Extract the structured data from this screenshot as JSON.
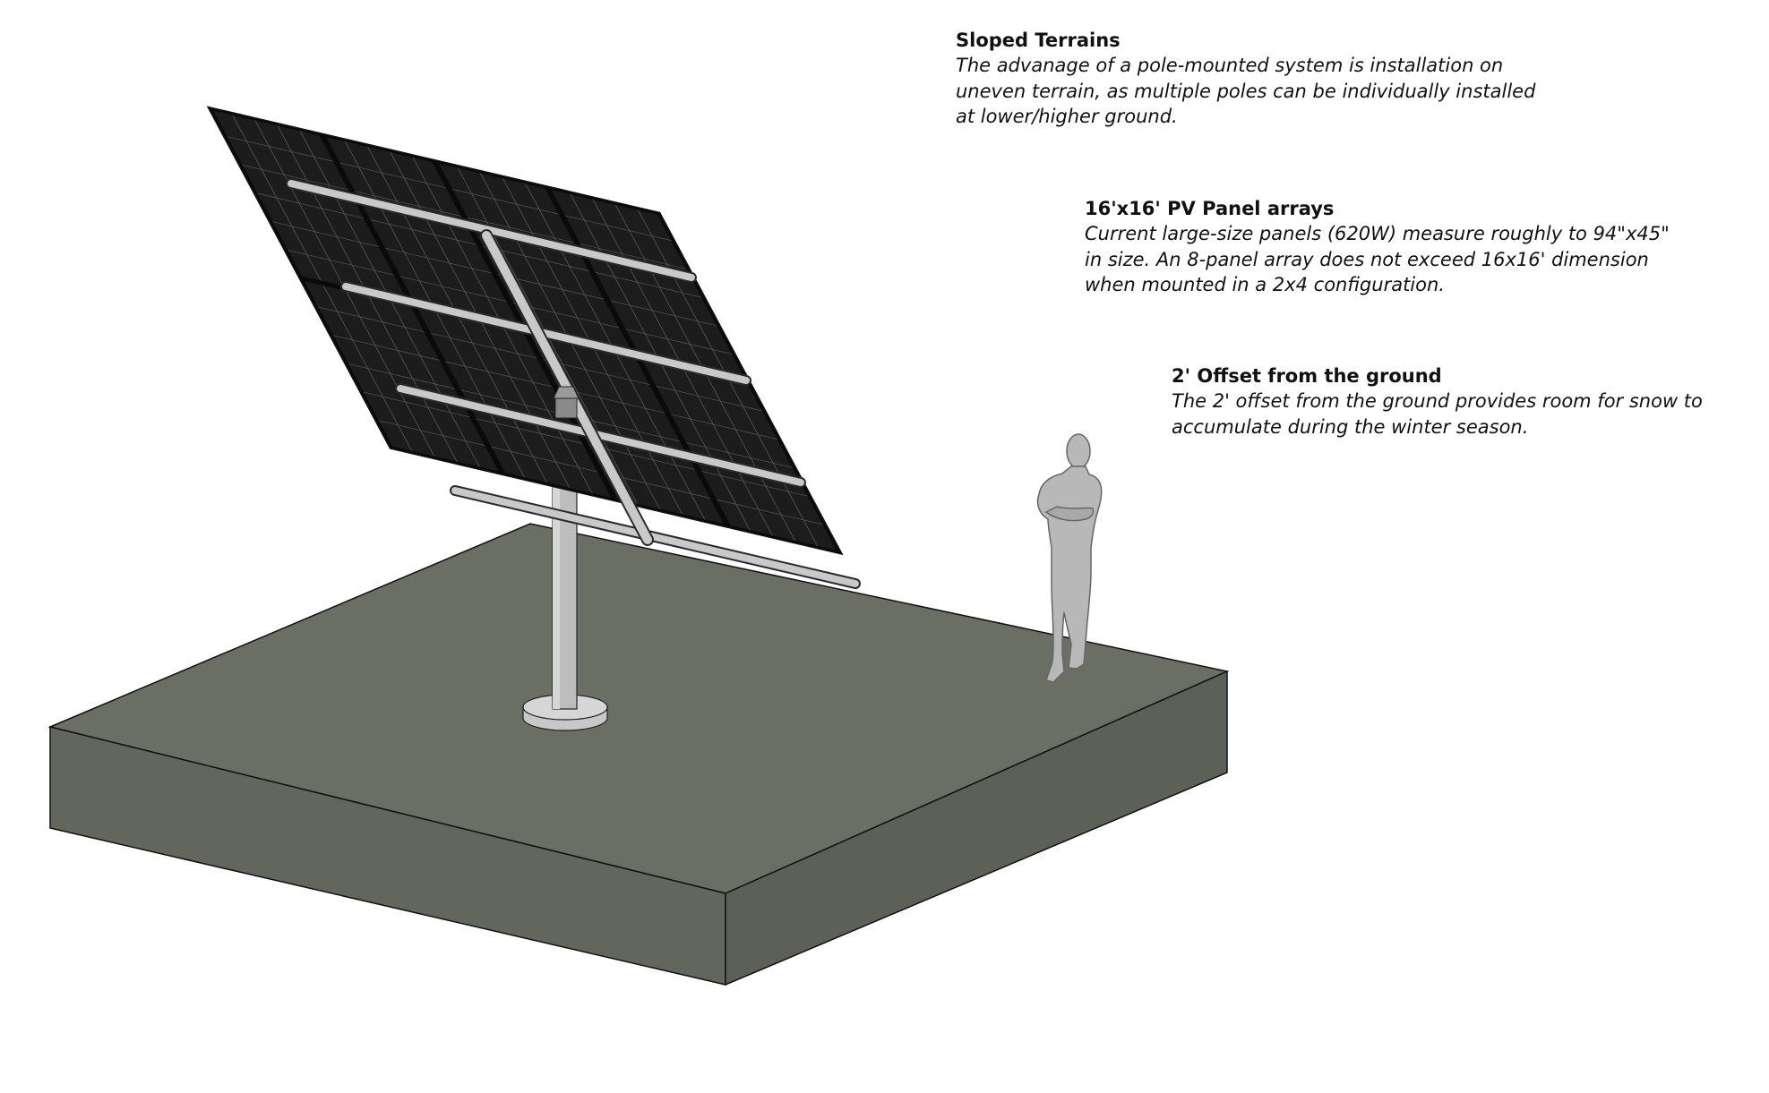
{
  "notes": {
    "sloped_terrains": {
      "title": "Sloped Terrains",
      "lines": [
        "The advanage of a pole-mounted system is installation on",
        "uneven terrain, as multiple poles can be individually installed",
        "at lower/higher ground."
      ]
    },
    "pv_panel_arrays": {
      "title": "16'x16' PV Panel arrays",
      "lines": [
        "Current large-size panels (620W) measure roughly to 94\"x45\"",
        "in size. An 8-panel array does not exceed 16x16' dimension",
        "when mounted in a 2x4 configuration."
      ]
    },
    "ground_offset": {
      "title": "2' Offset from the ground",
      "lines": [
        "The 2' offset from the ground provides room for snow to",
        "accumulate during the winter season."
      ]
    }
  },
  "colors": {
    "ground_top": "#6a6e63",
    "ground_front": "#62665c",
    "ground_side": "#5c6057",
    "panel_dark": "#1c1c1c",
    "panel_cell_line": "#5a5a5a",
    "rail": "#c9c9c9",
    "pole": "#bdbdbd",
    "figure": "#b8b8b8",
    "outline": "#111111"
  },
  "panel_array": {
    "panel_rows": 2,
    "panel_columns": 4,
    "cell_rows_per_panel": 6,
    "cell_columns_per_panel": 5
  }
}
